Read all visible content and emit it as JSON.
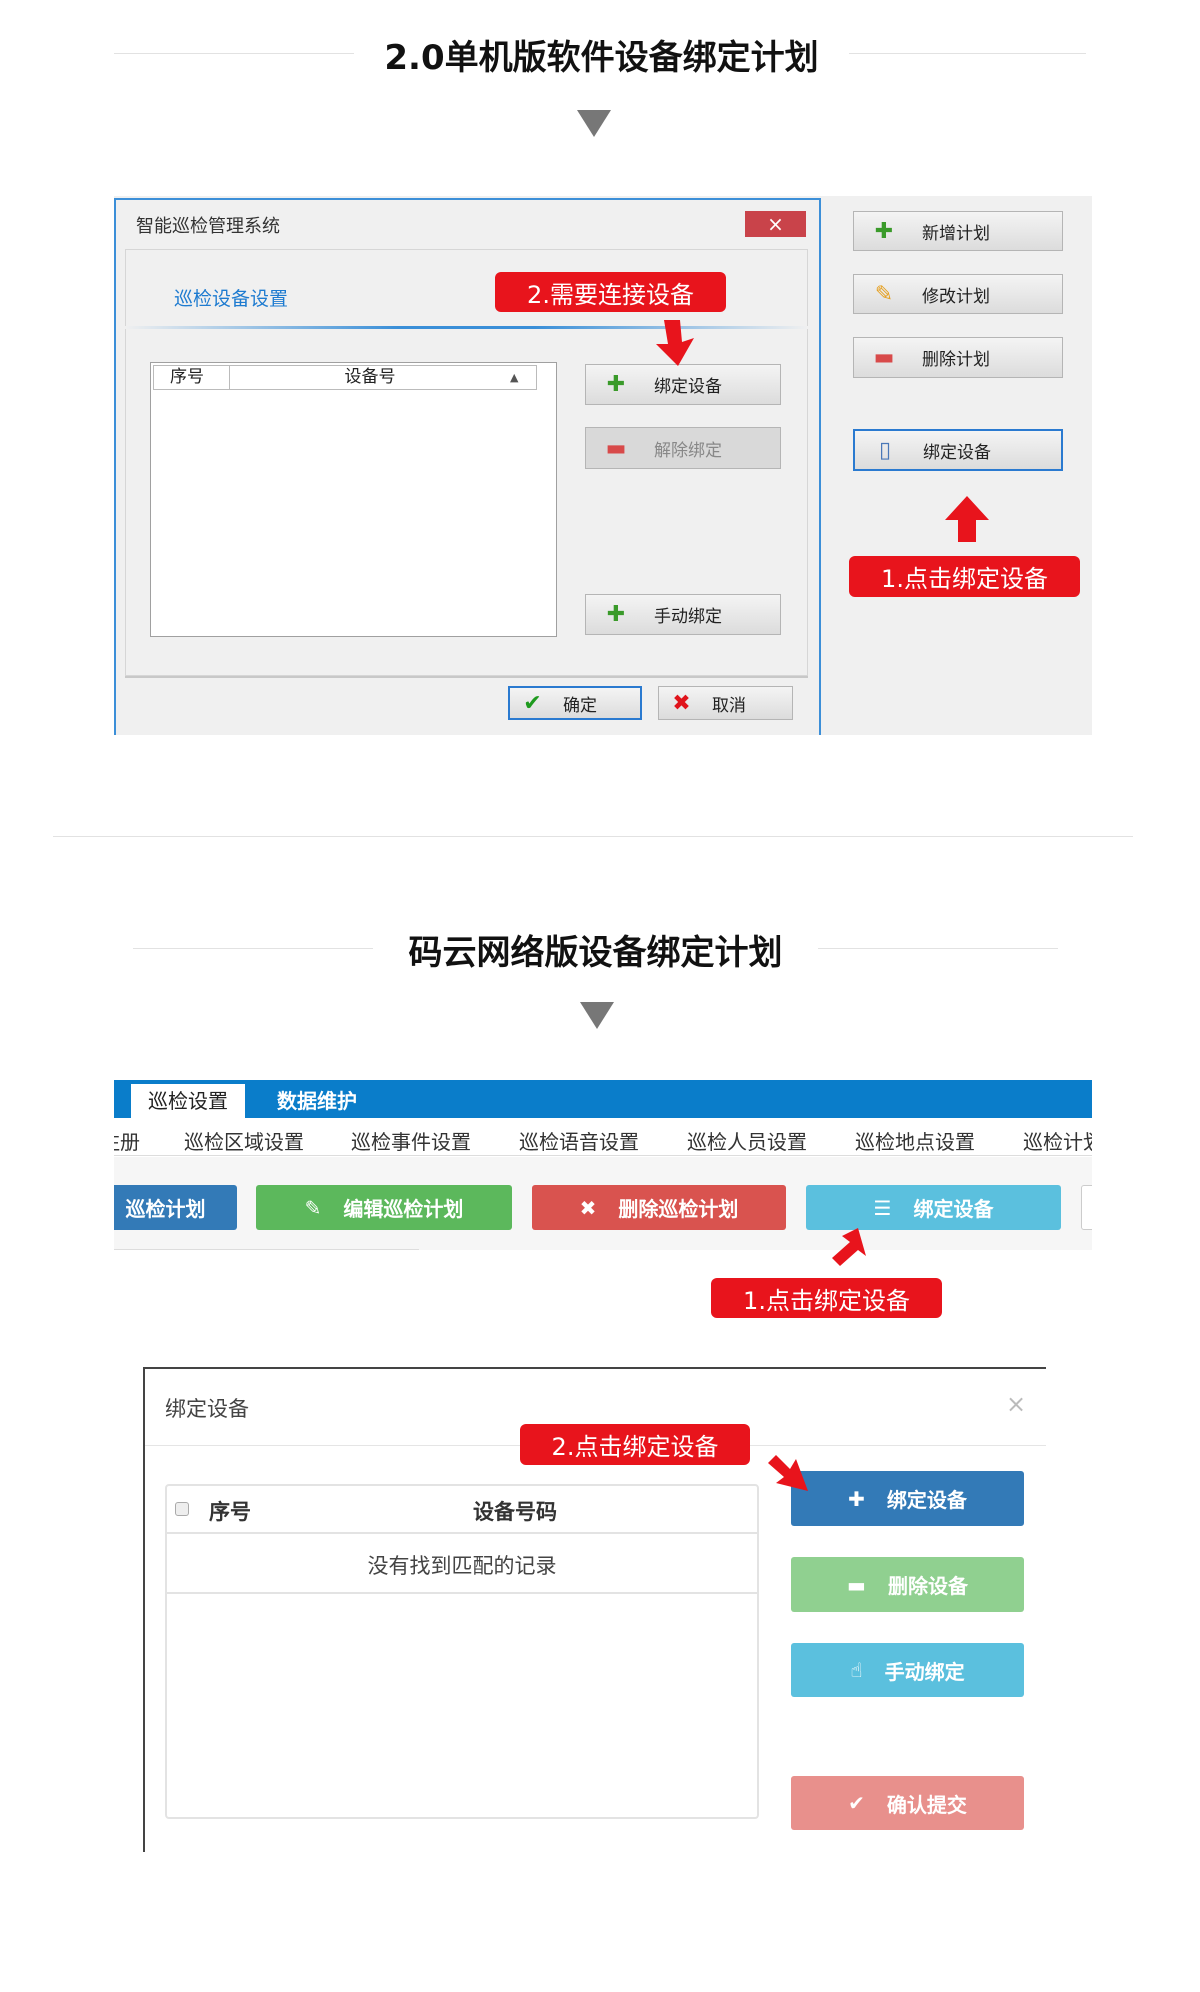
{
  "section1": {
    "title": "2.0单机版软件设备绑定计划",
    "dialog": {
      "title": "智能巡检管理系统",
      "close": "×",
      "heading": "巡检设备设置",
      "table_headers": [
        "序号",
        "设备号"
      ],
      "sort_icon": "▲",
      "buttons": {
        "bind": "绑定设备",
        "unbind": "解除绑定",
        "manual": "手动绑定"
      },
      "ok": "确定",
      "cancel": "取消"
    },
    "side_buttons": [
      "新增计划",
      "修改计划",
      "删除计划",
      "绑定设备"
    ],
    "callout1": "1.点击绑定设备",
    "callout2": "2.需要连接设备"
  },
  "section2": {
    "title": "码云网络版设备绑定计划",
    "tabs": [
      "巡检设置",
      "数据维护"
    ],
    "menu": [
      "注册",
      "巡检区域设置",
      "巡检事件设置",
      "巡检语音设置",
      "巡检人员设置",
      "巡检地点设置",
      "巡检计划"
    ],
    "toolbar": [
      "巡检计划",
      "编辑巡检计划",
      "删除巡检计划",
      "绑定设备"
    ],
    "callout1": "1.点击绑定设备",
    "dialog": {
      "title": "绑定设备",
      "close": "×",
      "table_headers": [
        "序号",
        "设备号码"
      ],
      "empty_text": "没有找到匹配的记录",
      "buttons": {
        "bind": "绑定设备",
        "delete": "删除设备",
        "manual": "手动绑定",
        "submit": "确认提交"
      }
    },
    "callout2": "2.点击绑定设备"
  },
  "colors": {
    "callout": "#e8141c",
    "tab_bar": "#0a7dca",
    "primary": "#337ab7",
    "success": "#5cb85c",
    "danger": "#d9534f",
    "info": "#5bc0de"
  }
}
